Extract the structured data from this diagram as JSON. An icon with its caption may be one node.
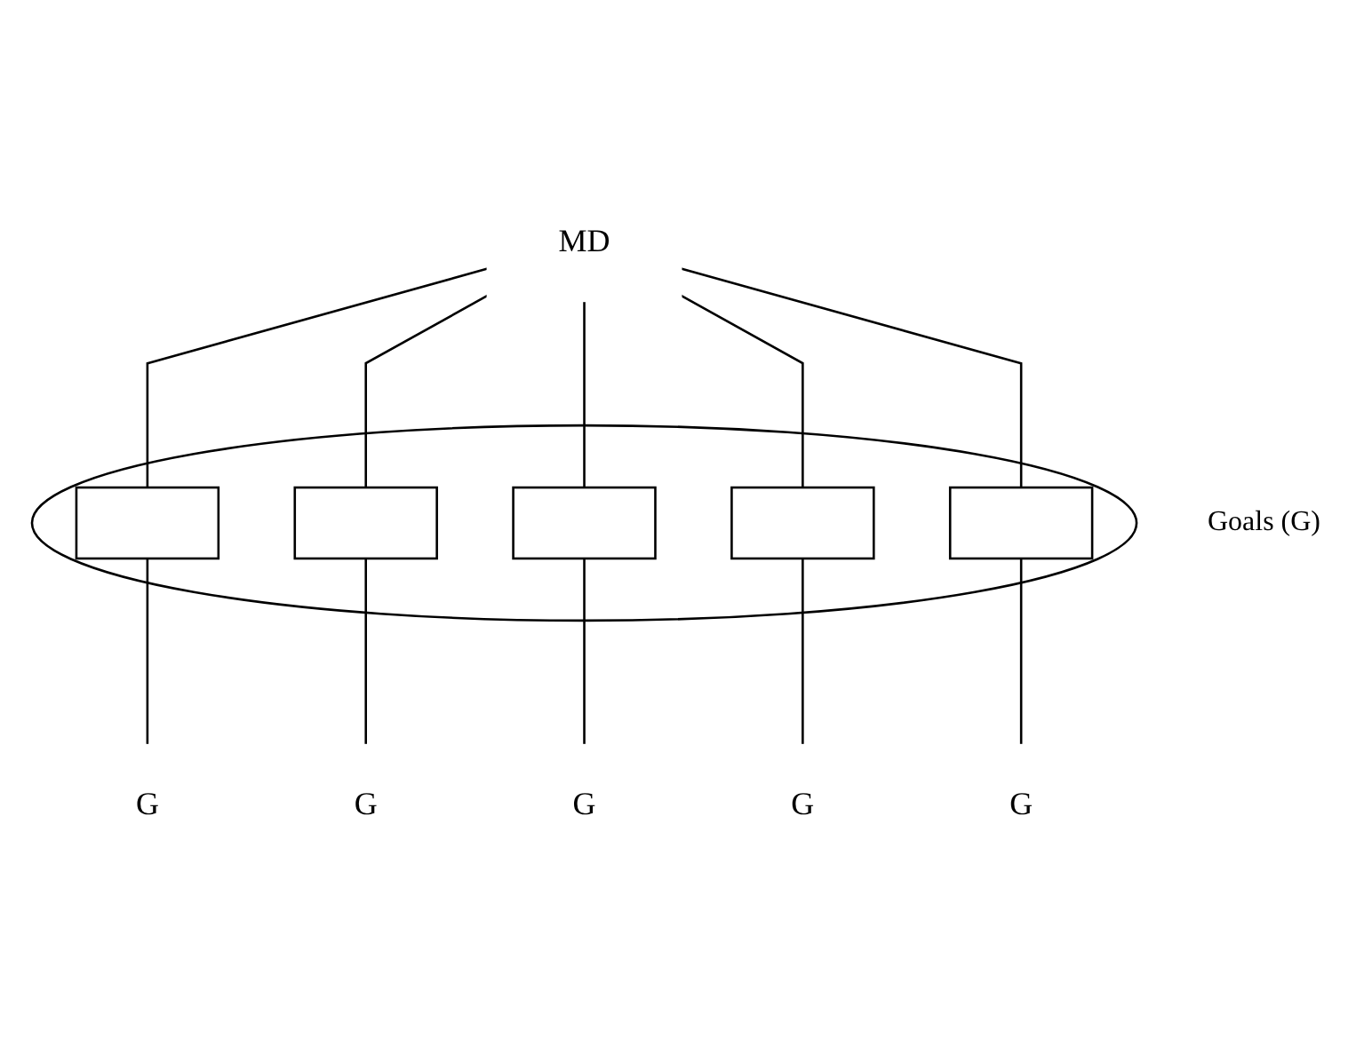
{
  "diagram": {
    "nodes": [
      {
        "text": [
          "MD"
        ]
      },
      {
        "text": [],
        "shape": "ellipse",
        "beside": [
          "Goals (G)"
        ]
      },
      {
        "text": [],
        "shape": "box",
        "in": 1
      },
      {
        "text": [],
        "shape": "box",
        "in": 1
      },
      {
        "text": [],
        "shape": "box",
        "in": 1
      },
      {
        "text": [],
        "shape": "box",
        "in": 1
      },
      {
        "text": [],
        "shape": "box",
        "in": 1
      },
      {
        "text": [
          "G"
        ]
      },
      {
        "text": [
          "G"
        ]
      },
      {
        "text": [
          "G"
        ]
      },
      {
        "text": [
          "G"
        ]
      },
      {
        "text": [
          "G"
        ]
      }
    ],
    "edges": [
      {
        "from": 0,
        "to": 2,
        "arrow": "none"
      },
      {
        "from": 0,
        "to": 3,
        "arrow": "none"
      },
      {
        "from": 0,
        "to": 4,
        "arrow": "none"
      },
      {
        "from": 0,
        "to": 5,
        "arrow": "none"
      },
      {
        "from": 0,
        "to": 6,
        "arrow": "none"
      },
      {
        "from": 2,
        "to": 7,
        "arrow": "none"
      },
      {
        "from": 3,
        "to": 8,
        "arrow": "none"
      },
      {
        "from": 4,
        "to": 9,
        "arrow": "none"
      },
      {
        "from": 5,
        "to": 10,
        "arrow": "none"
      },
      {
        "from": 6,
        "to": 11,
        "arrow": "none"
      }
    ]
  }
}
